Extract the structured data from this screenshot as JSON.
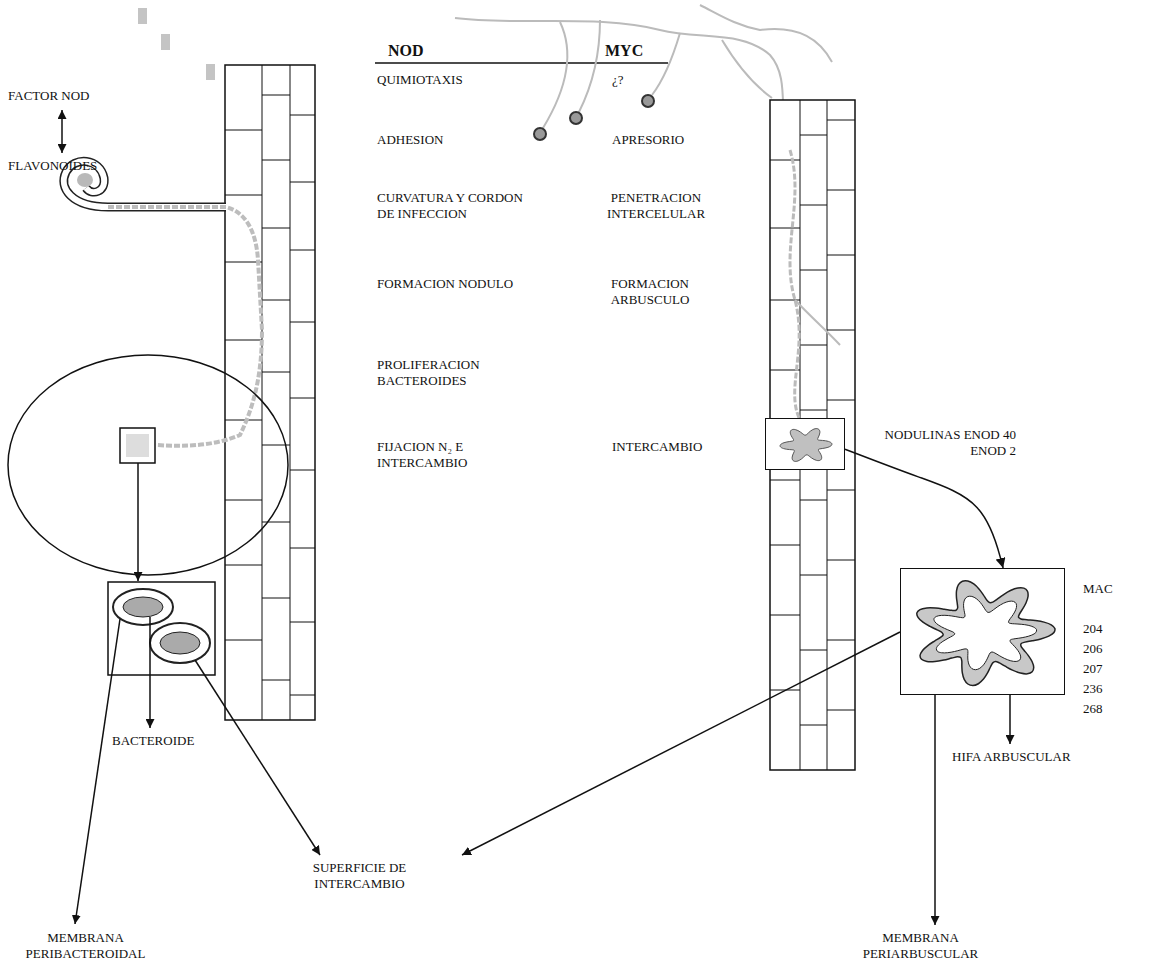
{
  "diagram": {
    "nodes": [
      {
        "text": [
          "NODULINAS ENOD 40 ENOD 2"
        ]
      },
      {
        "text": [
          "MAC",
          "204 206 207 236 268"
        ]
      }
    ],
    "edges": [
      {
        "from": 0,
        "to": 1,
        "arrow": "to"
      }
    ],
    "labels": [
      "FACTOR NOD",
      "FLAVONOIDES",
      "NOD",
      "MYC",
      "QUIMIOTAXIS",
      "¿?",
      "ADHESION",
      "APRESORIO",
      "CURVATURA Y CORDON DE INFECCION",
      "PENETRACION INTERCELULAR",
      "FORMACION NODULO",
      "FORMACION ARBUSCULO",
      "PROLIFERACION BACTEROIDES",
      "FIJACION N₂ E INTERCAMBIO",
      "INTERCAMBIO",
      "BACTEROIDE",
      "SUPERFICIE DE INTERCAMBIO",
      "HIFA ARBUSCULAR",
      "MEMBRANA PERIBACTEROIDAL",
      "MEMBRANA PERIARBUSCULAR"
    ]
  }
}
